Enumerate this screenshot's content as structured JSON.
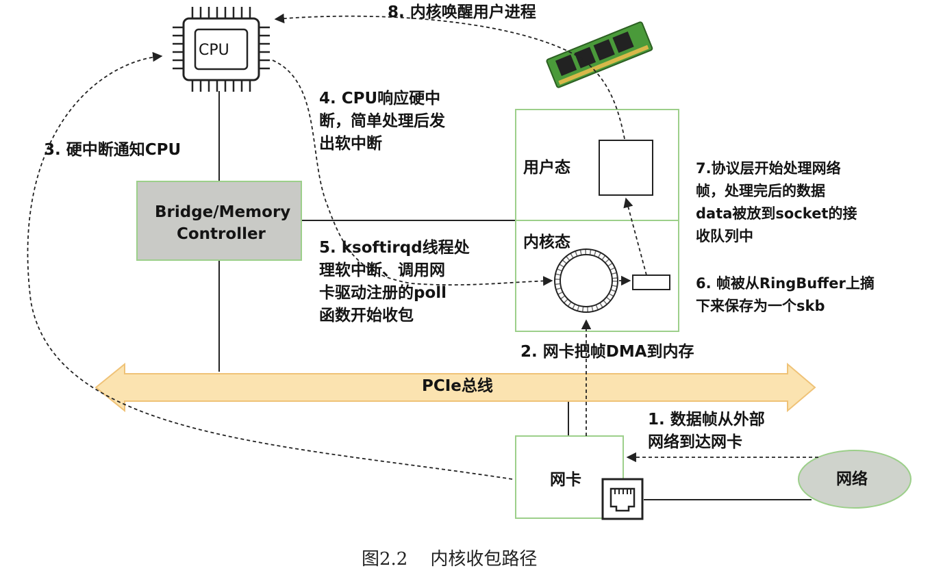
{
  "labels": {
    "cpu": "CPU",
    "bridge_line1": "Bridge/Memory",
    "bridge_line2": "Controller",
    "user_mode": "用户态",
    "kernel_mode": "内核态",
    "pcie": "PCIe总线",
    "nic": "网卡",
    "network": "网络"
  },
  "steps": {
    "s1": [
      "1. 数据帧从外部",
      "网络到达网卡"
    ],
    "s2": [
      "2. 网卡把帧DMA到内存"
    ],
    "s3": [
      "3. 硬中断通知CPU"
    ],
    "s4": [
      "4. CPU响应硬中",
      "断，简单处理后发",
      "出软中断"
    ],
    "s5": [
      "5. ksoftirqd线程处",
      "理软中断、调用网",
      "卡驱动注册的poll",
      "函数开始收包"
    ],
    "s6": [
      "6. 帧被从RingBuffer上摘",
      "下来保存为一个skb"
    ],
    "s7": [
      "7.协议层开始处理网络",
      "帧，处理完后的数据",
      "data被放到socket的接",
      "收队列中"
    ],
    "s8": [
      "8. 内核唤醒用户进程"
    ]
  },
  "caption": "图2.2    内核收包路径",
  "colors": {
    "box_border": "#9ccf8a",
    "bridge_fill": "#c9cac6",
    "pcie_fill": "#fbe3b0",
    "pcie_stroke": "#efc277",
    "network_fill": "#cfd3cc",
    "line": "#222222"
  }
}
